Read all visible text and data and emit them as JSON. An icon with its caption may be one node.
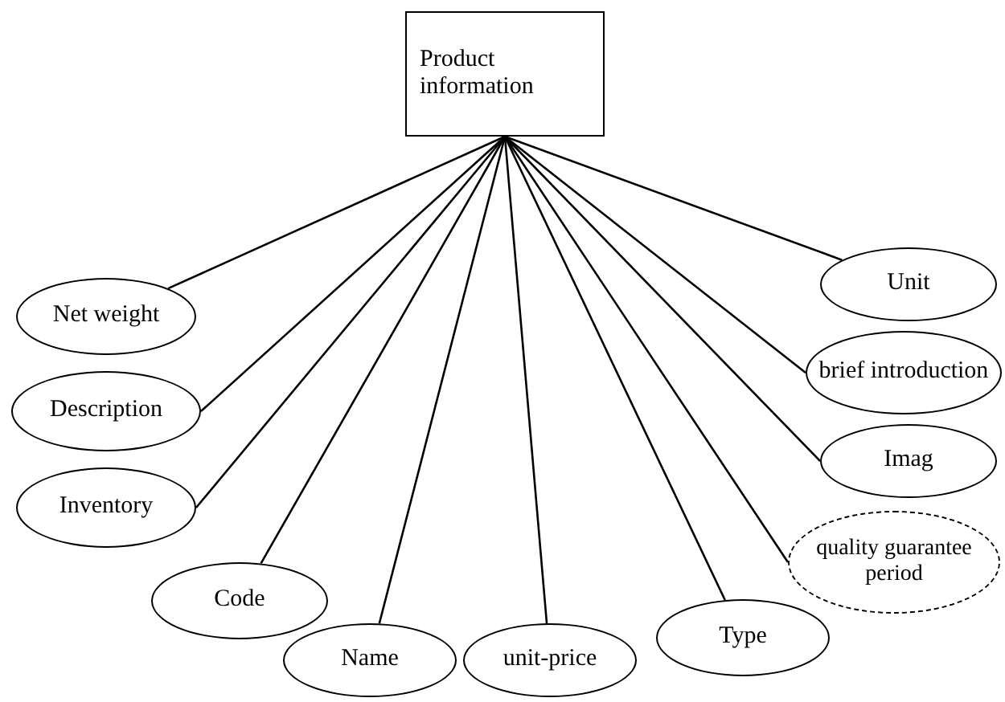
{
  "diagram": {
    "nodes": [
      {
        "text": [
          "Product information"
        ]
      },
      {
        "text": [
          "Net weight"
        ]
      },
      {
        "text": [
          "Description"
        ]
      },
      {
        "text": [
          "Inventory"
        ]
      },
      {
        "text": [
          "Code"
        ]
      },
      {
        "text": [
          "Name"
        ]
      },
      {
        "text": [
          "unit-price"
        ]
      },
      {
        "text": [
          "Type"
        ]
      },
      {
        "text": [
          "quality guarantee period"
        ]
      },
      {
        "text": [
          "Imag"
        ]
      },
      {
        "text": [
          "brief introduction"
        ]
      },
      {
        "text": [
          "Unit"
        ]
      }
    ],
    "edges": [
      {
        "from": 0,
        "to": 1,
        "arrow": "none"
      },
      {
        "from": 0,
        "to": 2,
        "arrow": "none"
      },
      {
        "from": 0,
        "to": 3,
        "arrow": "none"
      },
      {
        "from": 0,
        "to": 4,
        "arrow": "none"
      },
      {
        "from": 0,
        "to": 5,
        "arrow": "none"
      },
      {
        "from": 0,
        "to": 6,
        "arrow": "none"
      },
      {
        "from": 0,
        "to": 7,
        "arrow": "none"
      },
      {
        "from": 0,
        "to": 8,
        "arrow": "none"
      },
      {
        "from": 0,
        "to": 9,
        "arrow": "none"
      },
      {
        "from": 0,
        "to": 10,
        "arrow": "none"
      },
      {
        "from": 0,
        "to": 11,
        "arrow": "none"
      }
    ]
  }
}
